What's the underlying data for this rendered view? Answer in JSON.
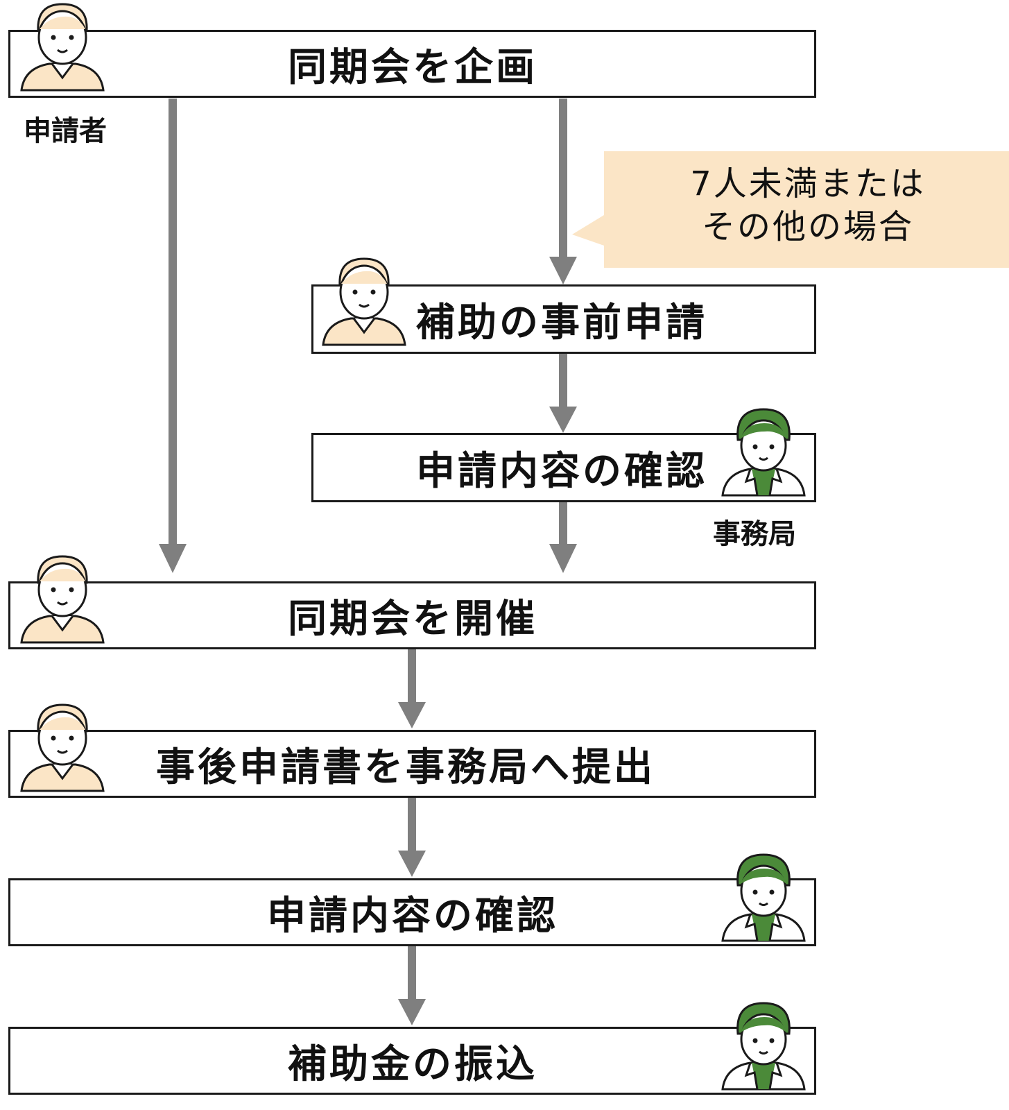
{
  "steps": [
    {
      "id": "plan",
      "label": "同期会を企画",
      "actor": "applicant"
    },
    {
      "id": "pre-apply",
      "label": "補助の事前申請",
      "actor": "applicant"
    },
    {
      "id": "review-1",
      "label": "申請内容の確認",
      "actor": "office"
    },
    {
      "id": "hold",
      "label": "同期会を開催",
      "actor": "applicant"
    },
    {
      "id": "post-apply",
      "label": "事後申請書を事務局へ提出",
      "actor": "applicant"
    },
    {
      "id": "review-2",
      "label": "申請内容の確認",
      "actor": "office"
    },
    {
      "id": "transfer",
      "label": "補助金の振込",
      "actor": "office"
    }
  ],
  "roles": {
    "applicant": "申請者",
    "office": "事務局"
  },
  "callout": {
    "line1": "7人未満または",
    "line2": "その他の場合"
  },
  "colors": {
    "arrow": "#7f7f7f",
    "border": "#1a1a1a",
    "callout_bg": "#fbe5c6",
    "applicant_shirt": "#fbe5c6",
    "applicant_hair": "#fbe5c6",
    "office_hair": "#4b8a39",
    "office_shirt": "#4b8a39",
    "skin": "#ffffff"
  },
  "icons": {
    "applicant": "applicant-person-icon",
    "office": "office-staff-icon"
  }
}
